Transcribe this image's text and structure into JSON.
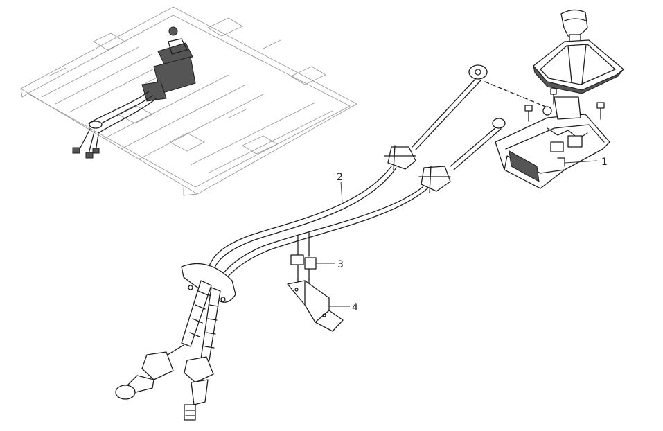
{
  "callouts": [
    {
      "id": "1",
      "label": "1"
    },
    {
      "id": "2",
      "label": "2"
    },
    {
      "id": "3",
      "label": "3"
    },
    {
      "id": "4",
      "label": "4"
    }
  ],
  "colors": {
    "ink": "#1e1e1e",
    "ghost": "#9a9a9a",
    "background": "#ffffff"
  }
}
